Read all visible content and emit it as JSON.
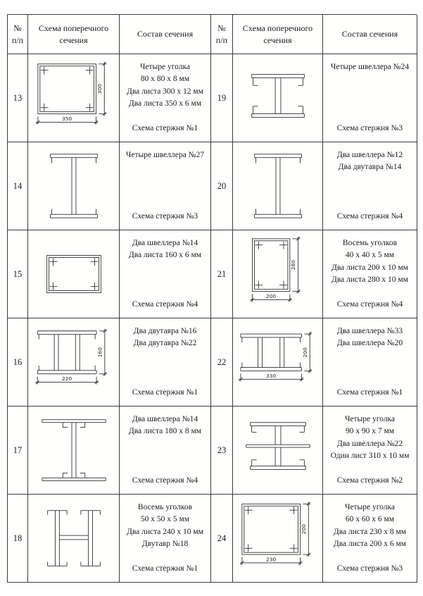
{
  "table": {
    "headers": {
      "num": "№\nп/п",
      "scheme": "Схема поперечного\nсечения",
      "composition": "Состав сечения"
    },
    "left_rows": [
      {
        "num": "13",
        "diagram": {
          "type": "box",
          "dim_w": "350",
          "dim_h": "300"
        },
        "composition": [
          "Четыре уголка",
          "80 х 80 х 8 мм",
          "Два листа 300 х 12 мм",
          "Два листа 350 х 6 мм"
        ],
        "scheme": "Схема стержня №1"
      },
      {
        "num": "14",
        "diagram": {
          "type": "ivert"
        },
        "composition": [
          "Четыре швеллера №27"
        ],
        "scheme": "Схема стержня №3"
      },
      {
        "num": "15",
        "diagram": {
          "type": "boxPlain"
        },
        "composition": [
          "Два швеллера №14",
          "Два листа 160 х 6 мм"
        ],
        "scheme": "Схема стержня №4"
      },
      {
        "num": "16",
        "diagram": {
          "type": "hcols",
          "dim_w": "220",
          "dim_h": "160"
        },
        "composition": [
          "Два двутавра №16",
          "Два двутавра №22"
        ],
        "scheme": "Схема стержня №1"
      },
      {
        "num": "17",
        "diagram": {
          "type": "iplates"
        },
        "composition": [
          "Два швеллера №14",
          "Два листа 180 х 8 мм"
        ],
        "scheme": "Схема стержня №4"
      },
      {
        "num": "18",
        "diagram": {
          "type": "hserif"
        },
        "composition": [
          "Восемь уголков",
          "50 х 50 х 5 мм",
          "Два листа 240 х 10 мм",
          "Двутавр №18"
        ],
        "scheme": "Схема стержня №1"
      }
    ],
    "right_rows": [
      {
        "num": "19",
        "diagram": {
          "type": "hhoriz"
        },
        "composition": [
          "Четыре швеллера №24"
        ],
        "scheme": "Схема стержня №3"
      },
      {
        "num": "20",
        "diagram": {
          "type": "ivert"
        },
        "composition": [
          "Два швеллера №12",
          "Два двутавра №14"
        ],
        "scheme": "Схема стержня №4"
      },
      {
        "num": "21",
        "diagram": {
          "type": "box",
          "dim_w": "200",
          "dim_h": "280"
        },
        "composition": [
          "Восемь уголков",
          "40 х 40 х 5 мм",
          "Два листа 200 х 10 мм",
          "Два листа 280 х 10 мм"
        ],
        "scheme": "Схема стержня №4"
      },
      {
        "num": "22",
        "diagram": {
          "type": "hcols",
          "dim_w": "330",
          "dim_h": "200"
        },
        "composition": [
          "Два швеллера №33",
          "Два швеллера №20"
        ],
        "scheme": "Схема стержня №1"
      },
      {
        "num": "23",
        "diagram": {
          "type": "hhorizPlate"
        },
        "composition": [
          "Четыре уголка",
          "90 х 90 х 7 мм",
          "Два швеллера №22",
          "Один лист 310 х 10 мм"
        ],
        "scheme": "Схема стержня №2"
      },
      {
        "num": "24",
        "diagram": {
          "type": "box",
          "dim_w": "230",
          "dim_h": "200"
        },
        "composition": [
          "Четыре уголка",
          "60 х 60 х 6 мм",
          "Два листа 230 х 8 мм",
          "Два листа 200 х 6 мм"
        ],
        "scheme": "Схема стержня №3"
      }
    ]
  }
}
